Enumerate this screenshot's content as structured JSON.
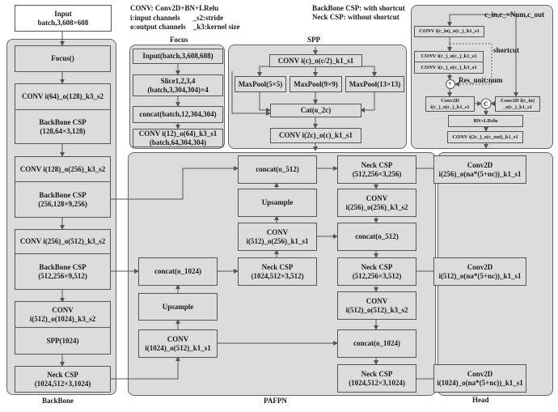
{
  "legend": {
    "line1": "CONV: Conv2D+BN+LRelu",
    "line2": "i:input channels       _s2:stride",
    "line3": "o:output channels    _k3:kernel size",
    "csp1": "BackBone CSP: with shortcut",
    "csp2": "Neck CSP: without shortcut"
  },
  "input": "Input\nbatch,3,608×608",
  "backbone": {
    "label": "BackBone",
    "boxes": [
      "Focus()",
      "CONV i(64)_o(128)_k3_s2",
      "BackBone CSP\n(128,64×3,128)",
      "CONV i(128)_o(256)_k3_s2",
      "BackBone CSP\n(256,128×9,256)",
      "CONV i(256)_o(512)_k3_s2",
      "BackBone CSP\n(512,256×9,512)",
      "CONV\ni(512)_o(1024)_k3_s2",
      "SPP(1024)",
      "Neck CSP\n(1024,512×3,1024)"
    ]
  },
  "focus": {
    "label": "Focus",
    "boxes": [
      "Input(batch,3,608,608)",
      "Slice1,2,3,4\n(batch,3,304,304)×4",
      "concat(batch,12,304,304)",
      "CONV i(12)_o(64)_k3_s1\n(batch,64,304,304)"
    ]
  },
  "spp": {
    "label": "SPP",
    "conv1": "CONV i(c)_o(c/2)_k1_s1",
    "pools": [
      "MaxPool(5×5)",
      "MaxPool(9×9)",
      "MaxPool(13×13)"
    ],
    "cat": "Cat(o_2c)",
    "conv2": "CONV i(2c)_o(c)_k1_s1"
  },
  "csp": {
    "params": "c_in,c_×Num,c_out",
    "conv_in": "CONV i(c_in)_o(c_)_k1_s1",
    "conv_k1": "CONV i(c_)_o(c_)_k1_s1",
    "conv_k3": "CONV i(c_)_o(c_)_k3_s1",
    "shortcut": "shortcut",
    "res": "Res_unit:num",
    "add": "+",
    "cat": "C",
    "conv2d_left": "Conv2D\ni(c_)_o(c_)_k1_s1",
    "conv2d_right": "Conv2D i(c_in)\n_o(c_)_k1_s1",
    "bn": "BN+LRelu",
    "conv_out": "CONV i(2c_)_o(c_out)_k1_s1"
  },
  "pafpn": {
    "label": "PAFPN",
    "left": [
      "concat(o_1024)",
      "Upsample",
      "CONV\ni(1024)_o(512)_k1_s1"
    ],
    "mid": [
      "concat(o_512)",
      "Upsample",
      "CONV\ni(512)_o(256)_k1_s1",
      "Neck CSP\n(1024,512×3,512)"
    ],
    "right": [
      "Neck CSP\n(512,256×3,256)",
      "CONV\ni(256)_o(256)_k3_s2",
      "concat(o_512)",
      "Neck CSP\n(512,256×3,512)",
      "CONV\ni(512)_o(512)_k3_s2",
      "concat(o_1024)",
      "Neck CSP\n(1024,512×3,1024)"
    ]
  },
  "head": {
    "label": "Head",
    "boxes": [
      "Conv2D\ni(256)_o(na*(5+nc))_k1_s1",
      "Conv2D\ni(512)_o(na*(5+nc))_k1_s1",
      "Conv2D\ni(1024)_o(na*(5+nc))_k1_s1"
    ]
  }
}
